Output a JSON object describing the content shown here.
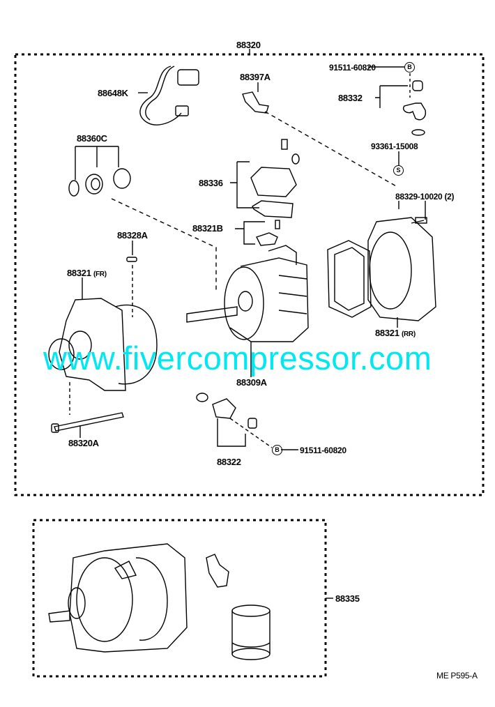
{
  "diagram": {
    "assembly_label": "88320",
    "kit_label": "88335",
    "footer_code": "ME P595-A",
    "watermark": "www.fivercompressor.com",
    "circle_b": "B",
    "circle_s": "S",
    "parts": {
      "bolt_top": "91511-60820",
      "bracket": "88397A",
      "harness": "88648K",
      "valve": "88332",
      "seal_kit": "88360C",
      "o_ring": "93361-15008",
      "cover": "88336",
      "bolts_rr": "88329-10020 (2)",
      "plate": "88321B",
      "pin": "88328A",
      "housing_fr_num": "88321",
      "housing_fr_tag": "(FR)",
      "housing_rr_num": "88321",
      "housing_rr_tag": "(RR)",
      "shaft_assy": "88309A",
      "through_bolt": "88320A",
      "switch": "88322",
      "bolt_bottom": "91511-60820"
    }
  }
}
